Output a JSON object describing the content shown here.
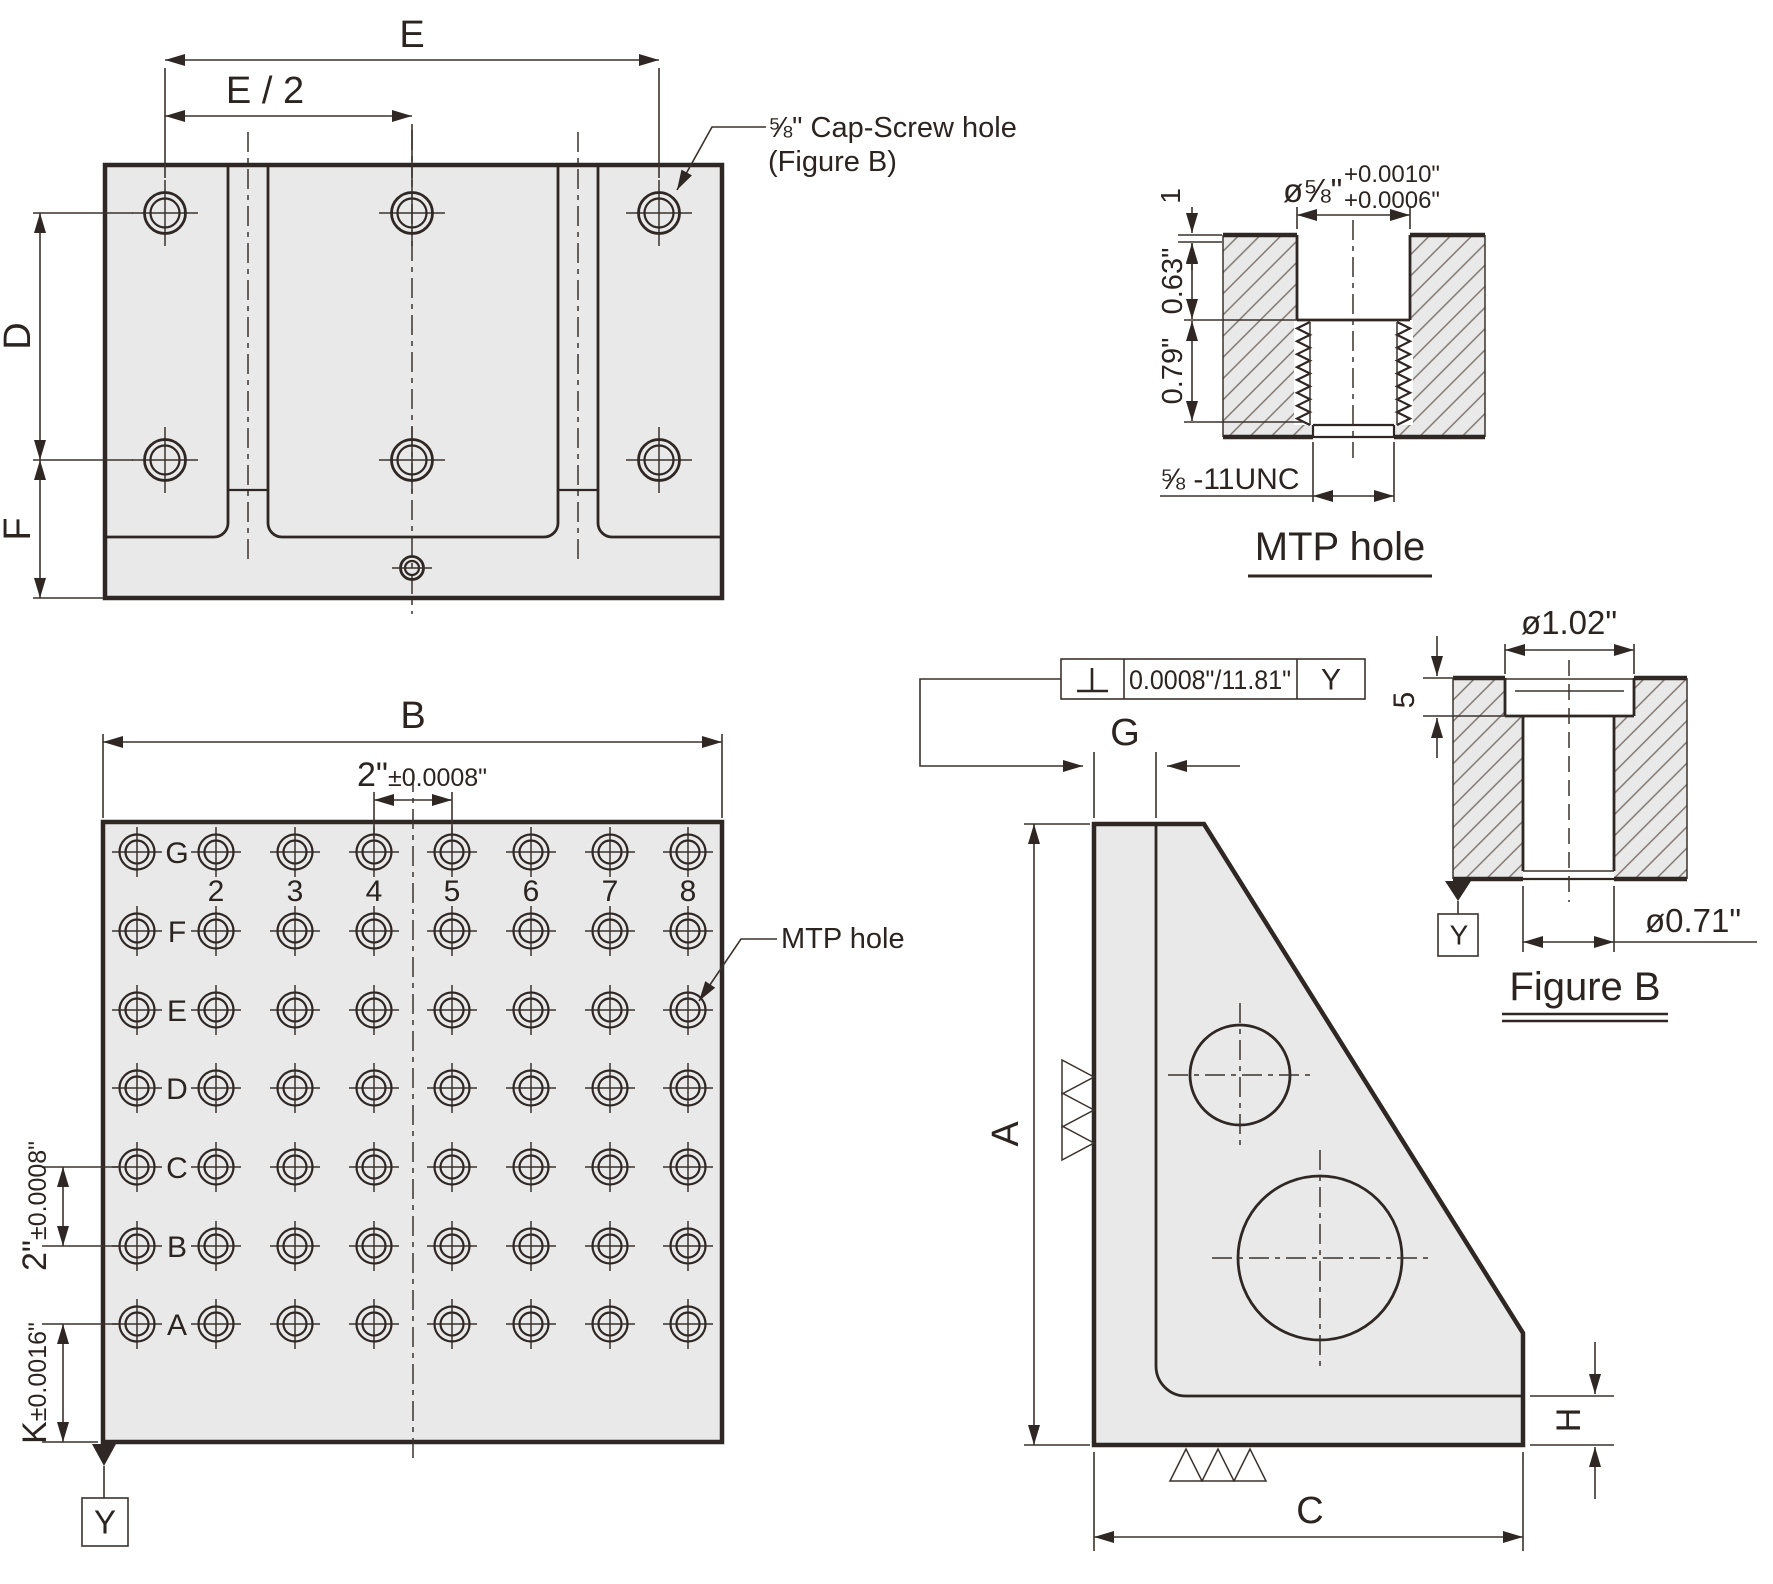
{
  "colors": {
    "line": "#2f2723",
    "fill": "#e9e9e9",
    "hatch": "#7a706a"
  },
  "top_view": {
    "dim_e": "E",
    "dim_e_half": "E / 2",
    "dim_d": "D",
    "dim_f": "F",
    "note_line1": "⅝\" Cap-Screw hole",
    "note_line2": "(Figure B)"
  },
  "front_view": {
    "dim_b": "B",
    "pitch_h_main": "2\"",
    "pitch_h_tol": "±0.0008\"",
    "pitch_v_main": "2\"",
    "pitch_v_tol": "±0.0008\"",
    "k_main": "K",
    "k_tol": "±0.0016\"",
    "row_labels": [
      "G",
      "F",
      "E",
      "D",
      "C",
      "B",
      "A"
    ],
    "col_labels": [
      "2",
      "3",
      "4",
      "5",
      "6",
      "7",
      "8"
    ],
    "mtp_note": "MTP hole",
    "datum": "Y"
  },
  "side_view": {
    "dim_a": "A",
    "dim_c": "C",
    "dim_g": "G",
    "dim_h": "H",
    "fcf_tolerance": "0.0008\"/11.81\"",
    "fcf_datum": "Y"
  },
  "mtp_detail": {
    "title": "MTP hole",
    "dia": "ø⅝\"",
    "tol_upper": "+0.0010\"",
    "tol_lower": "+0.0006\"",
    "depth_top": "1",
    "depth_counterbore": "0.63\"",
    "depth_thread": "0.79\"",
    "thread_spec": "⅝ -11UNC"
  },
  "figure_b": {
    "title": "Figure B",
    "dia_counterbore": "ø1.02\"",
    "dia_bore": "ø0.71\"",
    "depth_counterbore": "5",
    "datum": "Y"
  }
}
